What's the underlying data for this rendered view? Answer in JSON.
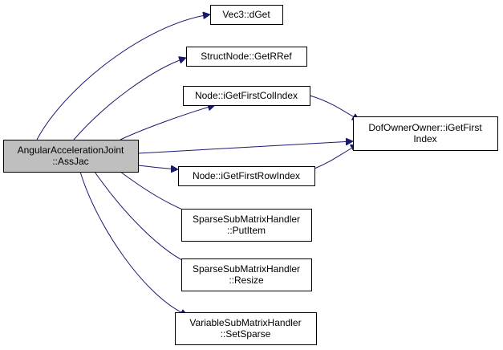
{
  "graph": {
    "root": {
      "id": "assjac",
      "lines": [
        "AngularAccelerationJoint",
        "::AssJac"
      ],
      "fill": "#bfbfbf"
    },
    "nodes": [
      {
        "id": "vec3_dget",
        "lines": [
          "Vec3::dGet"
        ]
      },
      {
        "id": "structnode_getrref",
        "lines": [
          "StructNode::GetRRef"
        ]
      },
      {
        "id": "node_igetfirstcolindex",
        "lines": [
          "Node::iGetFirstColIndex"
        ]
      },
      {
        "id": "dofownerowner_igetfirstindex",
        "lines": [
          "DofOwnerOwner::iGetFirst",
          "Index"
        ]
      },
      {
        "id": "node_igetfirstrowindex",
        "lines": [
          "Node::iGetFirstRowIndex"
        ]
      },
      {
        "id": "sparse_putitem",
        "lines": [
          "SparseSubMatrixHandler",
          "::PutItem"
        ]
      },
      {
        "id": "sparse_resize",
        "lines": [
          "SparseSubMatrixHandler",
          "::Resize"
        ]
      },
      {
        "id": "variable_setsparse",
        "lines": [
          "VariableSubMatrixHandler",
          "::SetSparse"
        ]
      }
    ],
    "edges": [
      {
        "from": "assjac",
        "to": "vec3_dget"
      },
      {
        "from": "assjac",
        "to": "structnode_getrref"
      },
      {
        "from": "assjac",
        "to": "node_igetfirstcolindex"
      },
      {
        "from": "assjac",
        "to": "dofownerowner_igetfirstindex"
      },
      {
        "from": "assjac",
        "to": "node_igetfirstrowindex"
      },
      {
        "from": "assjac",
        "to": "sparse_putitem"
      },
      {
        "from": "assjac",
        "to": "sparse_resize"
      },
      {
        "from": "assjac",
        "to": "variable_setsparse"
      },
      {
        "from": "node_igetfirstcolindex",
        "to": "dofownerowner_igetfirstindex"
      },
      {
        "from": "node_igetfirstrowindex",
        "to": "dofownerowner_igetfirstindex"
      }
    ],
    "colors": {
      "edge": "#191970",
      "node_border": "#000000",
      "node_fill": "#ffffff"
    }
  }
}
